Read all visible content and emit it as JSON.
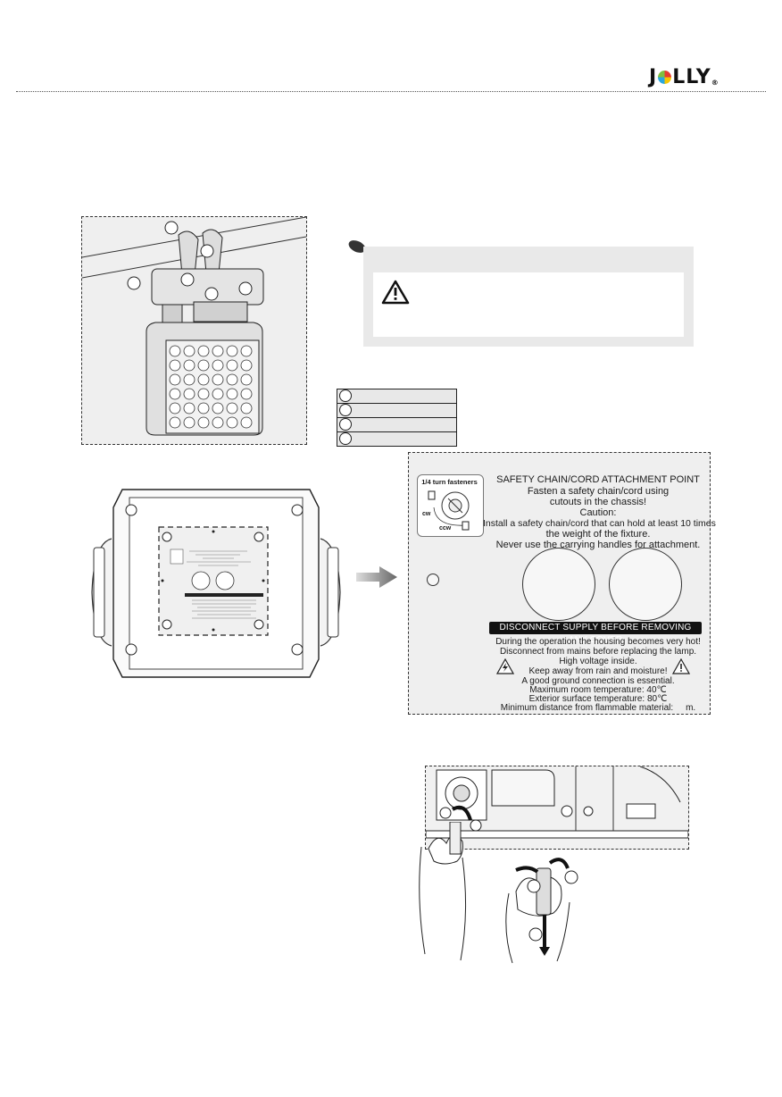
{
  "logo": {
    "text_start": "J",
    "text_end": "LLY",
    "mark": "®"
  },
  "warning_note": {
    "pin_icon": "pushpin-icon",
    "warning_icon": "warning-triangle-icon"
  },
  "legend": {
    "rows": 4
  },
  "label_panel": {
    "fastener_title": "1/4 turn fasteners",
    "cw": "cw",
    "ccw": "ccw",
    "title": "SAFETY CHAIN/CORD ATTACHMENT POINT",
    "line1": "Fasten a safety chain/cord using",
    "line2": "cutouts in the chassis!",
    "caution": "Caution:",
    "line3": "Install a safety chain/cord that can hold at least 10 times",
    "line4": "the weight of the fixture.",
    "line5": "Never use the carrying handles for attachment.",
    "banner": "DISCONNECT SUPPLY BEFORE REMOVING ANY COVER",
    "w1": "During the operation the housing becomes very hot!",
    "w2": "Disconnect from mains before replacing the lamp.",
    "w3": "High voltage inside.",
    "w4": "Keep away from rain and moisture!",
    "w5": "A good ground connection is essential.",
    "w6": "Maximum room temperature: 40℃",
    "w7": "Exterior surface temperature: 80℃",
    "w8": "Minimum distance from flammable material:",
    "w8_unit": "m"
  }
}
